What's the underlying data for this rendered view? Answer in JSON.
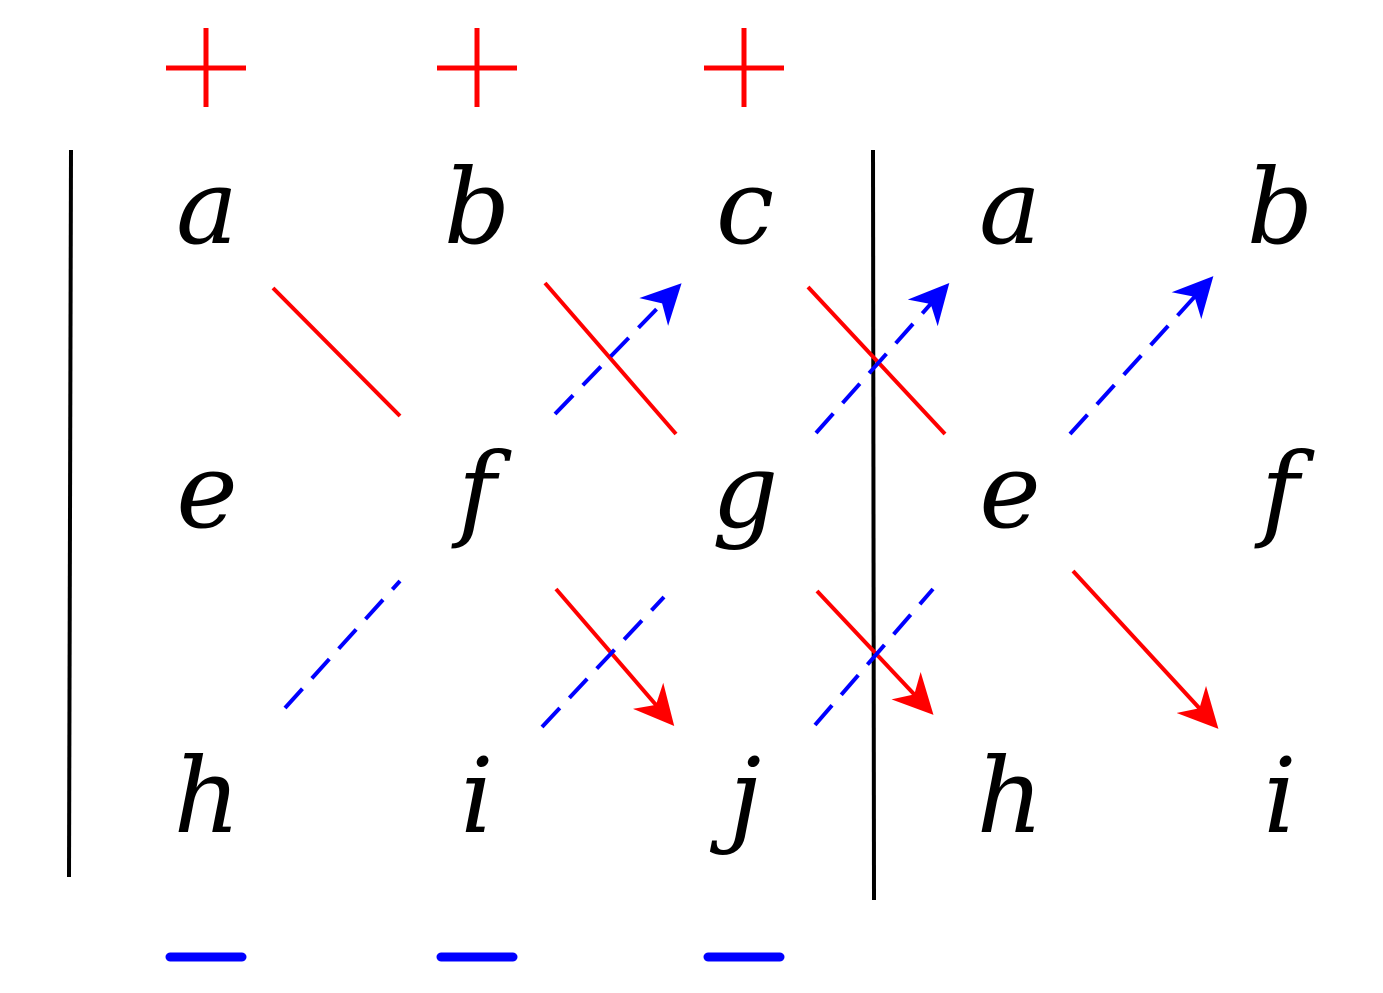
{
  "colors": {
    "positive": "#ff0000",
    "negative": "#0000ff",
    "ink": "#000000"
  },
  "signs": {
    "plus": "+",
    "minus": "−"
  },
  "matrix": {
    "row1": [
      "a",
      "b",
      "c"
    ],
    "row2": [
      "e",
      "f",
      "g"
    ],
    "row3": [
      "h",
      "i",
      "j"
    ]
  },
  "repeated_columns": {
    "row1": [
      "a",
      "b"
    ],
    "row2": [
      "e",
      "f"
    ],
    "row3": [
      "h",
      "i"
    ]
  }
}
